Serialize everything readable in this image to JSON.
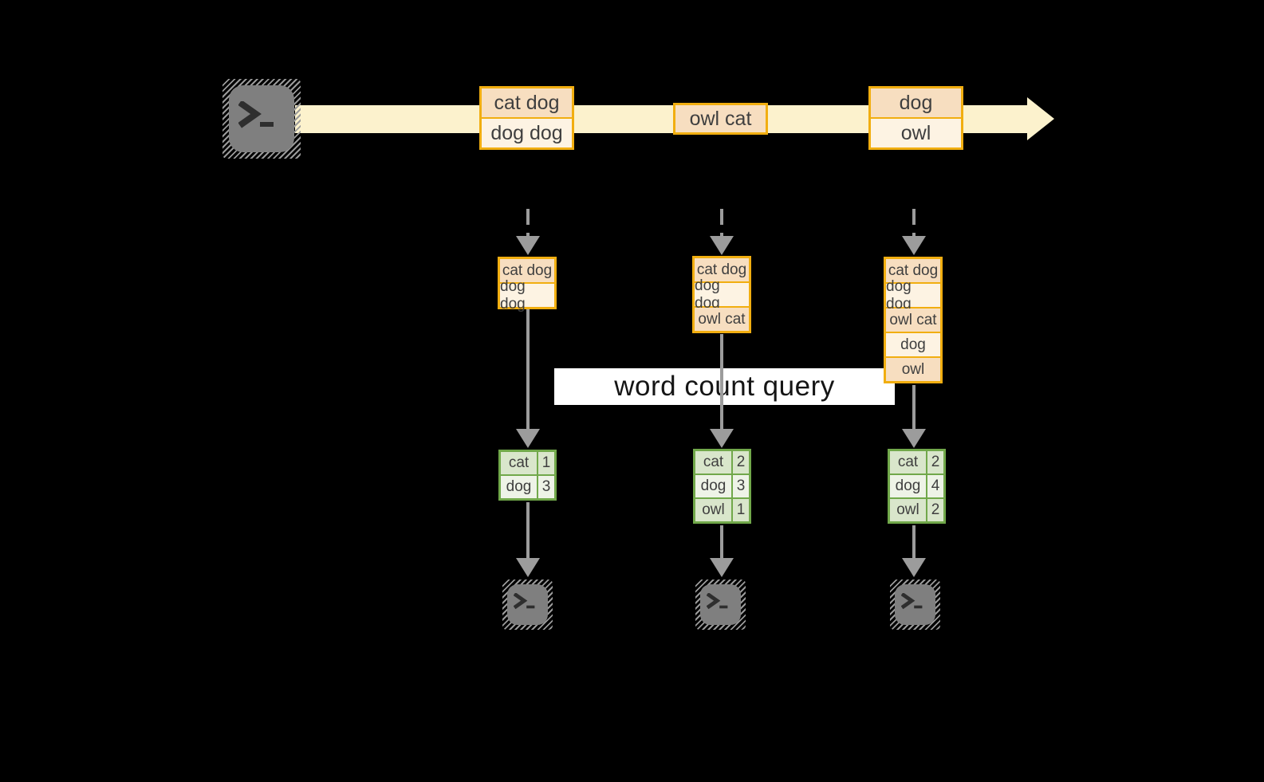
{
  "title": {
    "query_label": "word count query"
  },
  "stream": {
    "events": [
      {
        "lines": [
          "cat dog",
          "dog dog"
        ]
      },
      {
        "lines": [
          "owl cat"
        ]
      },
      {
        "lines": [
          "dog",
          "owl"
        ]
      }
    ]
  },
  "columns": [
    {
      "accumulated": [
        "cat dog",
        "dog dog"
      ],
      "counts": [
        {
          "word": "cat",
          "count": "1"
        },
        {
          "word": "dog",
          "count": "3"
        }
      ]
    },
    {
      "accumulated": [
        "cat dog",
        "dog dog",
        "owl cat"
      ],
      "counts": [
        {
          "word": "cat",
          "count": "2"
        },
        {
          "word": "dog",
          "count": "3"
        },
        {
          "word": "owl",
          "count": "1"
        }
      ]
    },
    {
      "accumulated": [
        "cat dog",
        "dog dog",
        "owl cat",
        "dog",
        "owl"
      ],
      "counts": [
        {
          "word": "cat",
          "count": "2"
        },
        {
          "word": "dog",
          "count": "4"
        },
        {
          "word": "owl",
          "count": "2"
        }
      ]
    }
  ],
  "colors": {
    "stream_band": "#fcf2cd",
    "box_border_gold": "#f1ae10",
    "cell_peach": "#f7dec0",
    "cell_cream": "#fdf3e3",
    "table_border_green": "#71a84a",
    "table_row_green_dark": "#d9e6cb",
    "table_row_green_light": "#eef3e7",
    "arrow_gray": "#9c9c9c",
    "terminal_gray": "#7f7f7f",
    "query_band_bg": "#ffffff",
    "text_dark": "#3f3f3f"
  }
}
